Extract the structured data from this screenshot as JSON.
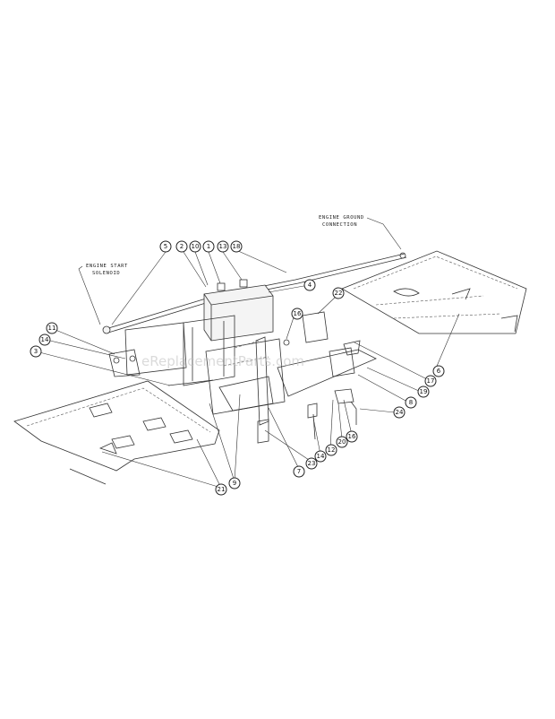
{
  "labels": {
    "engine_ground_line1": "ENGINE GROUND",
    "engine_ground_line2": "CONNECTION",
    "engine_start_line1": "ENGINE START",
    "engine_start_line2": "SOLENOID"
  },
  "watermark": "eReplacementParts.com",
  "callouts": {
    "c5": "5",
    "c2": "2",
    "c10": "10",
    "c1": "1",
    "c13": "13",
    "c18": "18",
    "c4": "4",
    "c16": "16",
    "c22": "22",
    "c11": "11",
    "c14a": "14",
    "c3": "3",
    "c17": "17",
    "c6": "6",
    "c8": "8",
    "c19": "19",
    "c24": "24",
    "c16b": "16",
    "c20": "20",
    "c12": "12",
    "c14b": "14",
    "c23": "23",
    "c7": "7",
    "c9": "9",
    "c21": "21"
  }
}
